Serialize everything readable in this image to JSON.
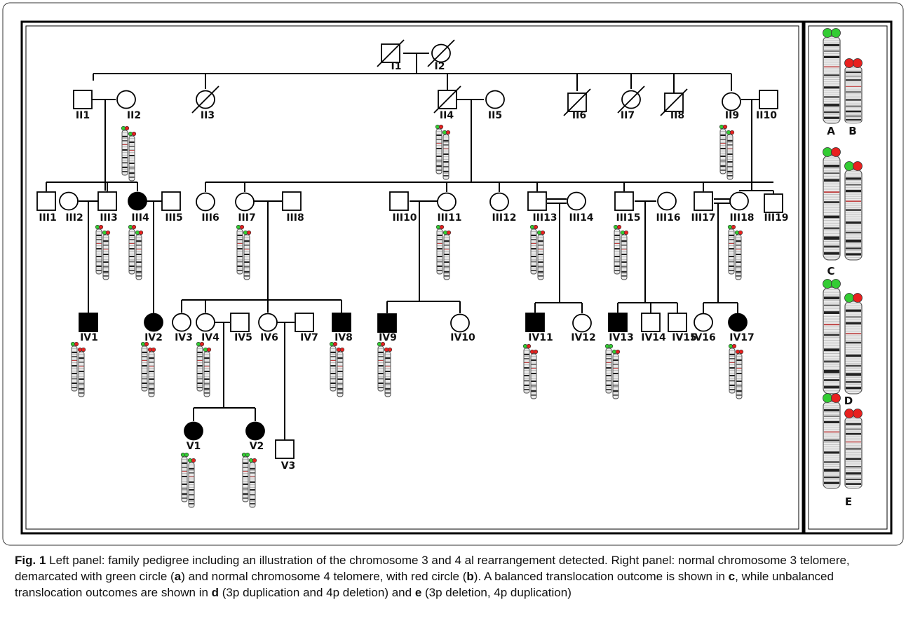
{
  "legend": {
    "A": {
      "label": "A"
    },
    "B": {
      "label": "B"
    },
    "C": {
      "label": "C"
    },
    "D": {
      "label": "D"
    },
    "E": {
      "label": "E"
    }
  },
  "people": [
    {
      "id": "I1",
      "label": "I1",
      "sex": "m",
      "status": "deceased"
    },
    {
      "id": "I2",
      "label": "I2",
      "sex": "f",
      "status": "deceased"
    },
    {
      "id": "II1",
      "label": "II1",
      "sex": "m",
      "status": "normal"
    },
    {
      "id": "II2",
      "label": "II2",
      "sex": "f",
      "status": "normal",
      "karyotype": "C"
    },
    {
      "id": "II3",
      "label": "II3",
      "sex": "f",
      "status": "deceased"
    },
    {
      "id": "II4",
      "label": "II4",
      "sex": "m",
      "status": "deceased",
      "karyotype": "C"
    },
    {
      "id": "II5",
      "label": "II5",
      "sex": "f",
      "status": "normal"
    },
    {
      "id": "II6",
      "label": "II6",
      "sex": "m",
      "status": "deceased"
    },
    {
      "id": "II7",
      "label": "II7",
      "sex": "f",
      "status": "deceased"
    },
    {
      "id": "II8",
      "label": "II8",
      "sex": "m",
      "status": "deceased"
    },
    {
      "id": "II9",
      "label": "II9",
      "sex": "f",
      "status": "normal",
      "karyotype": "C"
    },
    {
      "id": "II10",
      "label": "II10",
      "sex": "m",
      "status": "normal"
    },
    {
      "id": "III1",
      "label": "III1",
      "sex": "m",
      "status": "normal"
    },
    {
      "id": "III2",
      "label": "III2",
      "sex": "f",
      "status": "normal"
    },
    {
      "id": "III3",
      "label": "III3",
      "sex": "m",
      "status": "normal",
      "karyotype": "C"
    },
    {
      "id": "III4",
      "label": "III4",
      "sex": "f",
      "status": "affected",
      "karyotype": "C"
    },
    {
      "id": "III5",
      "label": "III5",
      "sex": "m",
      "status": "normal"
    },
    {
      "id": "III6",
      "label": "III6",
      "sex": "f",
      "status": "normal"
    },
    {
      "id": "III7",
      "label": "III7",
      "sex": "f",
      "status": "normal",
      "karyotype": "C"
    },
    {
      "id": "III8",
      "label": "III8",
      "sex": "m",
      "status": "normal"
    },
    {
      "id": "III10",
      "label": "III10",
      "sex": "m",
      "status": "normal"
    },
    {
      "id": "III11",
      "label": "III11",
      "sex": "f",
      "status": "normal",
      "karyotype": "C"
    },
    {
      "id": "III12",
      "label": "III12",
      "sex": "f",
      "status": "normal"
    },
    {
      "id": "III13",
      "label": "III13",
      "sex": "m",
      "status": "normal",
      "karyotype": "C"
    },
    {
      "id": "III14",
      "label": "III14",
      "sex": "f",
      "status": "normal"
    },
    {
      "id": "III15",
      "label": "III15",
      "sex": "m",
      "status": "normal",
      "karyotype": "C"
    },
    {
      "id": "III16",
      "label": "III16",
      "sex": "f",
      "status": "normal"
    },
    {
      "id": "III17",
      "label": "III17",
      "sex": "m",
      "status": "normal"
    },
    {
      "id": "III18",
      "label": "III18",
      "sex": "f",
      "status": "normal",
      "karyotype": "C"
    },
    {
      "id": "III19",
      "label": "III19",
      "sex": "m",
      "status": "normal"
    },
    {
      "id": "IV1",
      "label": "IV1",
      "sex": "m",
      "status": "affected",
      "karyotype": "E"
    },
    {
      "id": "IV2",
      "label": "IV2",
      "sex": "f",
      "status": "affected",
      "karyotype": "E"
    },
    {
      "id": "IV3",
      "label": "IV3",
      "sex": "f",
      "status": "normal"
    },
    {
      "id": "IV4",
      "label": "IV4",
      "sex": "f",
      "status": "normal",
      "karyotype": "C"
    },
    {
      "id": "IV5",
      "label": "IV5",
      "sex": "m",
      "status": "normal"
    },
    {
      "id": "IV6",
      "label": "IV6",
      "sex": "f",
      "status": "normal"
    },
    {
      "id": "IV7",
      "label": "IV7",
      "sex": "m",
      "status": "normal"
    },
    {
      "id": "IV8",
      "label": "IV8",
      "sex": "m",
      "status": "affected",
      "karyotype": "E"
    },
    {
      "id": "IV9",
      "label": "IV9",
      "sex": "m",
      "status": "affected",
      "karyotype": "E"
    },
    {
      "id": "IV10",
      "label": "IV10",
      "sex": "f",
      "status": "normal"
    },
    {
      "id": "IV11",
      "label": "IV11",
      "sex": "m",
      "status": "affected",
      "karyotype": "E"
    },
    {
      "id": "IV12",
      "label": "IV12",
      "sex": "f",
      "status": "normal"
    },
    {
      "id": "IV13",
      "label": "IV13",
      "sex": "m",
      "status": "affected",
      "karyotype": "D"
    },
    {
      "id": "IV14",
      "label": "IV14",
      "sex": "m",
      "status": "normal"
    },
    {
      "id": "IV15",
      "label": "IV15",
      "sex": "m",
      "status": "normal"
    },
    {
      "id": "IV16",
      "label": "IV16",
      "sex": "f",
      "status": "normal"
    },
    {
      "id": "IV17",
      "label": "IV17",
      "sex": "f",
      "status": "affected",
      "karyotype": "E"
    },
    {
      "id": "V1",
      "label": "V1",
      "sex": "f",
      "status": "affected",
      "karyotype": "D"
    },
    {
      "id": "V2",
      "label": "V2",
      "sex": "f",
      "status": "affected",
      "karyotype": "D"
    },
    {
      "id": "V3",
      "label": "V3",
      "sex": "m",
      "status": "normal"
    }
  ],
  "caption": {
    "lead": "Fig. 1",
    "t1": " Left panel: family pedigree including an illustration of the chromosome 3 and 4 al rearrangement detected. Right panel: normal chromosome 3 telomere, demarcated with green circle (",
    "a": "a",
    "t2": ") and normal chromosome 4 telomere, with red circle (",
    "b": "b",
    "t3": "). A balanced translocation outcome is shown in ",
    "c": "c",
    "t4": ", while unbalanced translocation outcomes are shown in ",
    "d": "d",
    "t5": " (3p duplication and 4p deletion) and ",
    "e": "e",
    "t6": " (3p deletion, 4p duplication)"
  },
  "colors": {
    "green": "#33cc33",
    "red": "#e8211f",
    "affected": "#000000",
    "line": "#000000"
  }
}
